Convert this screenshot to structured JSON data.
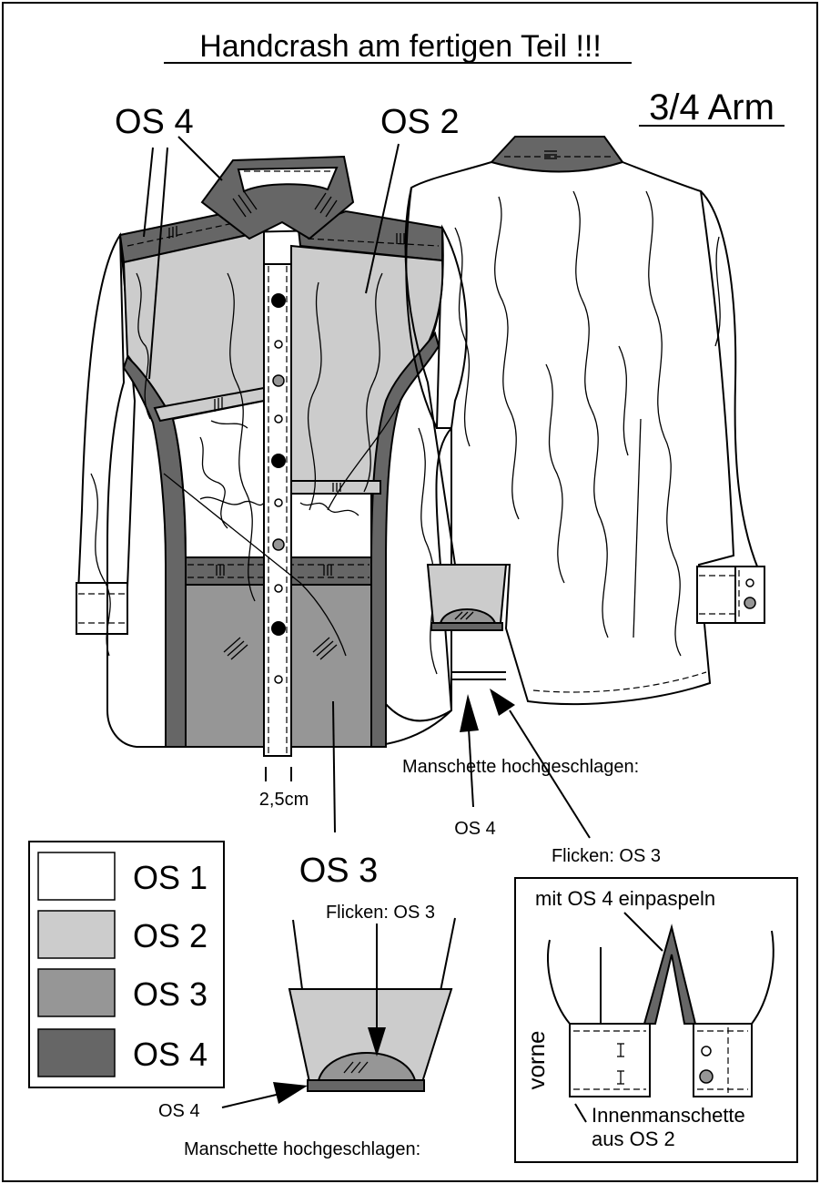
{
  "title": "Handcrash am fertigen Teil !!!",
  "subtitle": "3/4 Arm",
  "labels": {
    "os4_top": "OS 4",
    "os2_top": "OS 2",
    "os3_bottom": "OS 3",
    "measure": "2,5cm",
    "manschette_hoch_right": "Manschette hochgeschlagen:",
    "os4_right": "OS 4",
    "flicken_right": "Flicken: OS 3",
    "flicken_center": "Flicken: OS 3",
    "os4_cuff": "OS 4",
    "manschette_hoch_bottom": "Manschette hochgeschlagen:",
    "einpaspeln": "mit OS 4 einpaspeln",
    "vorne": "vorne",
    "innen_line1": "Innenmanschette",
    "innen_line2": "aus OS 2"
  },
  "legend": [
    {
      "label": "OS 1",
      "color": "#ffffff"
    },
    {
      "label": "OS 2",
      "color": "#cccccc"
    },
    {
      "label": "OS 3",
      "color": "#969696"
    },
    {
      "label": "OS 4",
      "color": "#666666"
    }
  ],
  "colors": {
    "os1": "#ffffff",
    "os2": "#cccccc",
    "os3": "#969696",
    "os4": "#666666",
    "line": "#000000"
  }
}
